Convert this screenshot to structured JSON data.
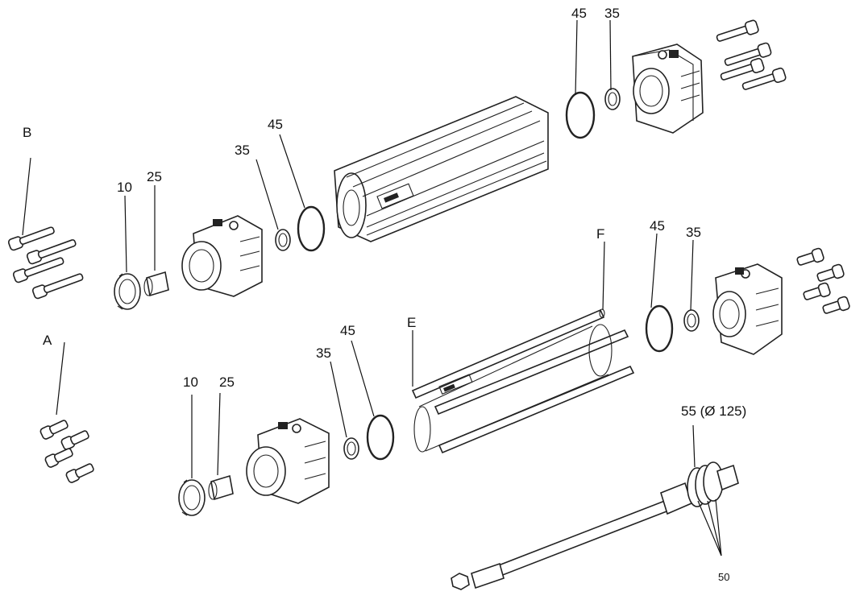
{
  "labels": {
    "top_seal_45": "45",
    "top_ring_35": "35",
    "screws_b": "B",
    "piston_seal_10_upper": "10",
    "bushing_25_upper": "25",
    "ring_35_upper": "35",
    "seal_45_upper": "45",
    "tie_rod_f": "F",
    "seal_45_right": "45",
    "ring_35_right": "35",
    "screws_a": "A",
    "tube_e": "E",
    "ring_35_lower": "35",
    "seal_45_lower": "45",
    "piston_seal_10_lower": "10",
    "bushing_25_lower": "25",
    "piston_rod_55": "55 (Ø 125)",
    "rod_seals_50": "50"
  }
}
